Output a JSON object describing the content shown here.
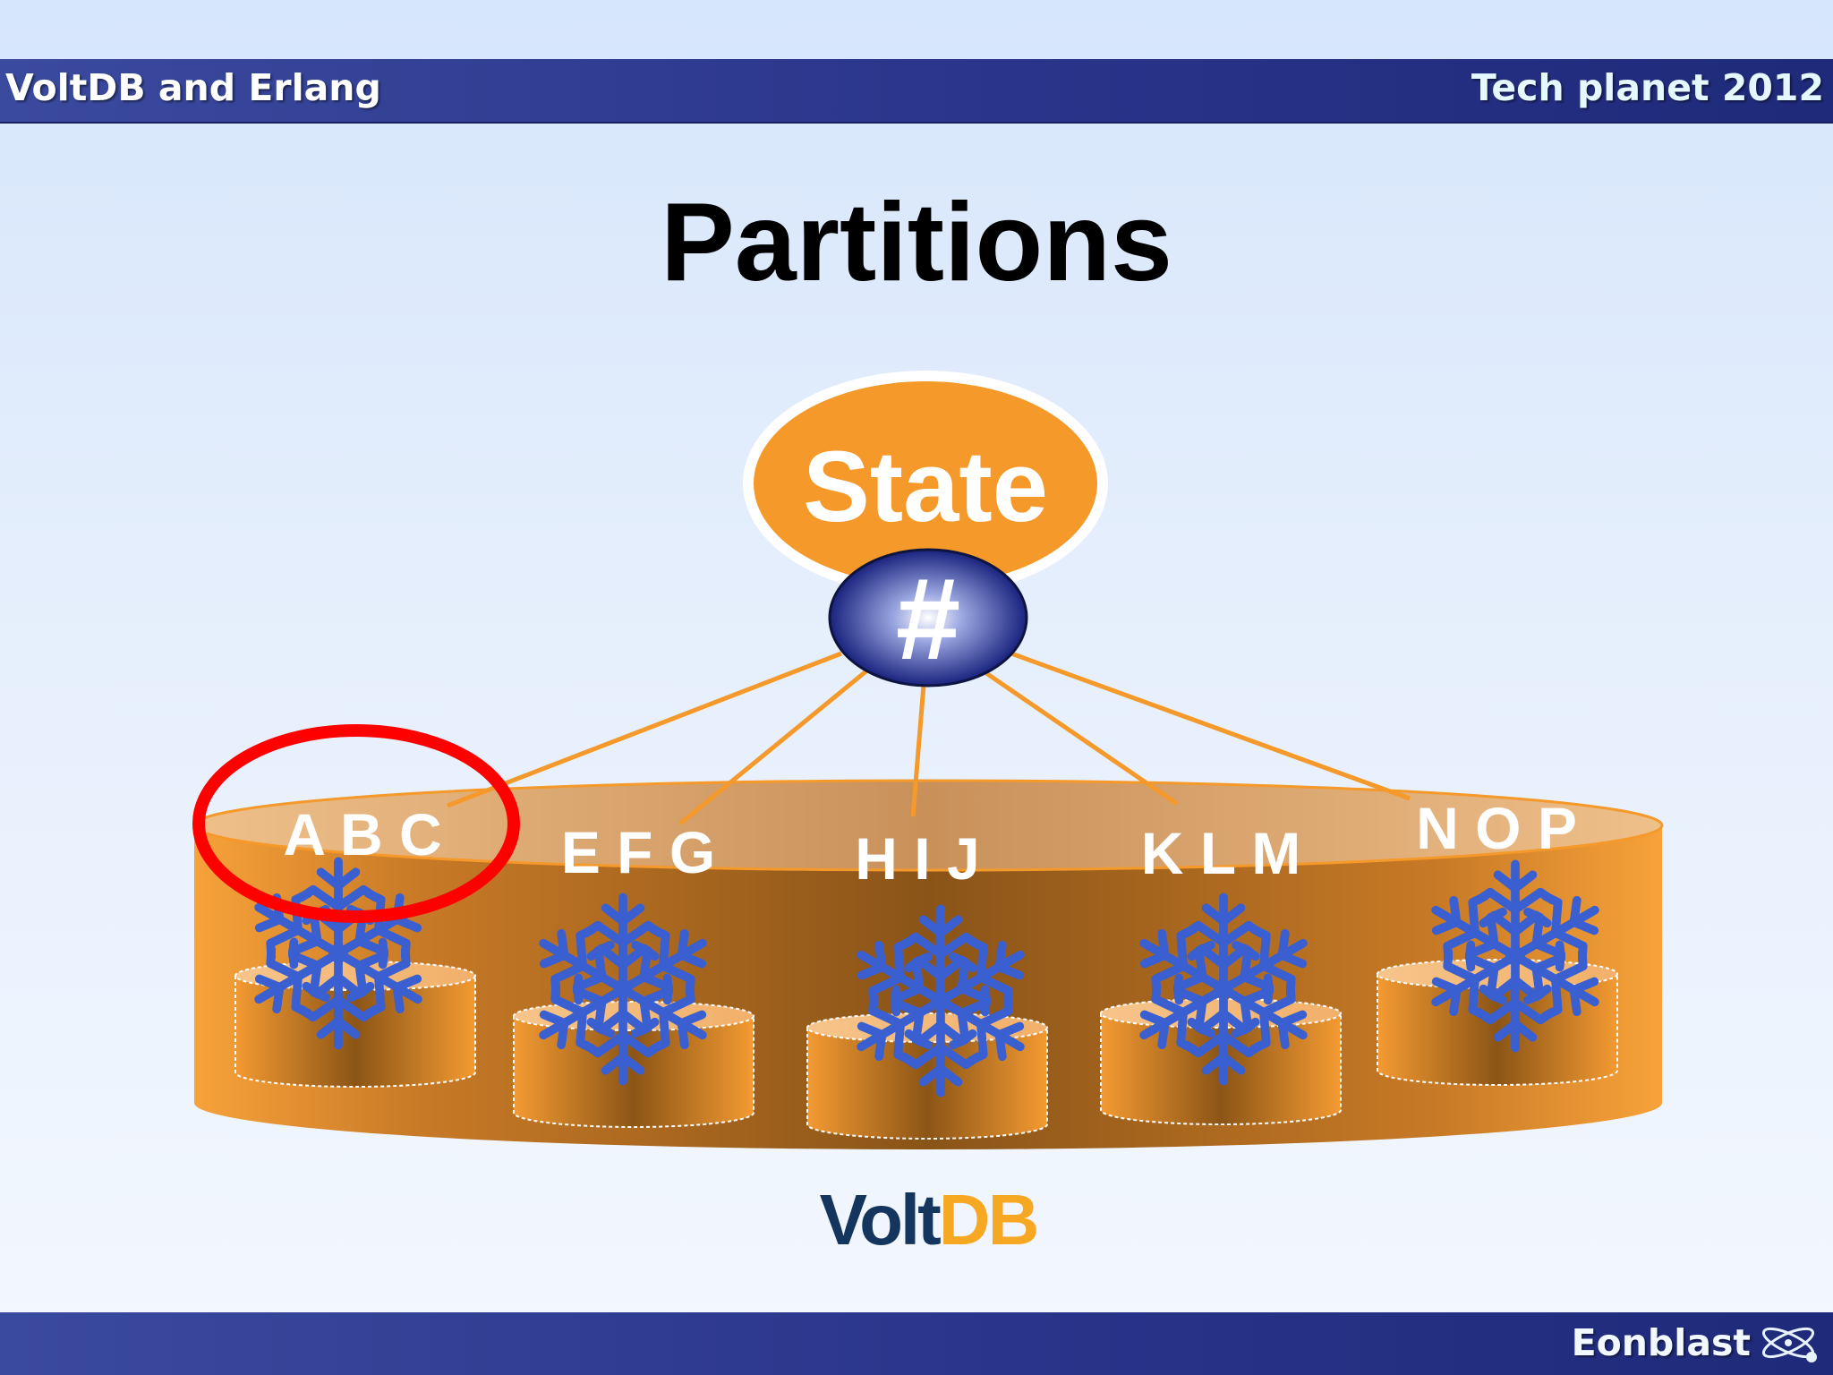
{
  "header": {
    "left_title": "VoltDB and Erlang",
    "right_title": "Tech planet 2012"
  },
  "slide": {
    "title": "Partitions"
  },
  "diagram": {
    "state_label": "State",
    "hash_label": "#",
    "partitions": [
      {
        "label": "A B C",
        "highlighted": true
      },
      {
        "label": "E F G",
        "highlighted": false
      },
      {
        "label": "H I J",
        "highlighted": false
      },
      {
        "label": "K L M",
        "highlighted": false
      },
      {
        "label": "N O P",
        "highlighted": false
      }
    ],
    "colors": {
      "orange": "#f5992a",
      "navy": "#1a237e",
      "snowflake": "#3a5fd0",
      "highlight": "#ff0000"
    }
  },
  "logo": {
    "part1": "Volt",
    "part2": "DB"
  },
  "footer": {
    "brand": "Eonblast"
  },
  "icons": {
    "partition_icon": "snowflake-icon",
    "brand_icon": "atom-icon"
  }
}
